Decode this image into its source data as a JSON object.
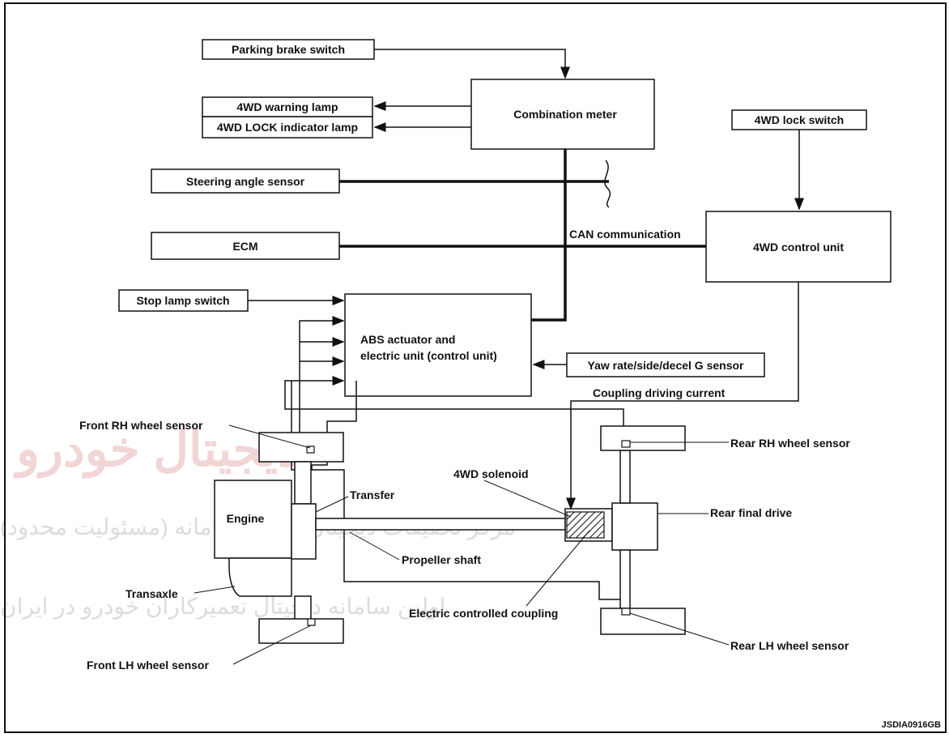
{
  "watermark": {
    "big_text": "دیجیتال خودرو",
    "line1": "مرکز تحقیقات دیجیتال خودرو سامانه (مسئولیت محدود)",
    "line2": "اولین سامانه دیجیتال تعمیرکاران خودرو در ایران"
  },
  "boxes": {
    "parking_brake_switch": "Parking brake switch",
    "warning_lamp": "4WD warning lamp",
    "lock_indicator_lamp": "4WD LOCK indicator lamp",
    "combination_meter": "Combination meter",
    "lock_switch": "4WD lock switch",
    "steering_angle_sensor": "Steering angle sensor",
    "ecm": "ECM",
    "control_unit": "4WD control unit",
    "stop_lamp_switch": "Stop lamp switch",
    "abs_line1": "ABS actuator and",
    "abs_line2": "electric unit (control unit)",
    "yaw_sensor": "Yaw rate/side/decel G sensor",
    "engine": "Engine"
  },
  "labels": {
    "can_communication": "CAN communication",
    "coupling_current": "Coupling driving current",
    "front_rh_sensor": "Front RH wheel sensor",
    "rear_rh_sensor": "Rear RH wheel sensor",
    "solenoid": "4WD solenoid",
    "transfer": "Transfer",
    "rear_final_drive": "Rear final drive",
    "propeller_shaft": "Propeller shaft",
    "transaxle": "Transaxle",
    "coupling": "Electric controlled coupling",
    "rear_lh_sensor": "Rear LH wheel sensor",
    "front_lh_sensor": "Front LH wheel sensor",
    "figure_code": "JSDIA0916GB"
  }
}
